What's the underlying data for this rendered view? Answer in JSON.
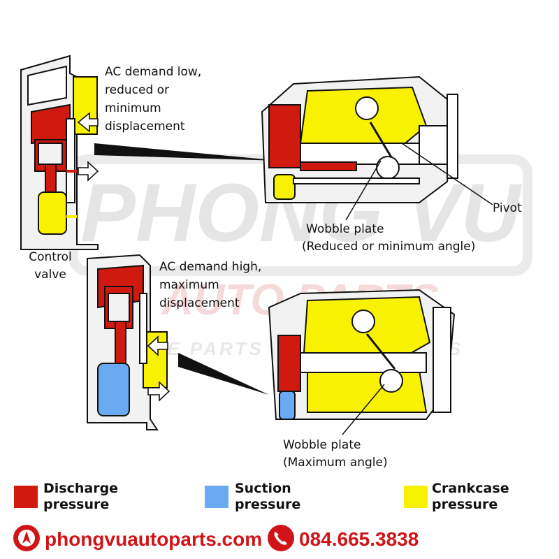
{
  "colors": {
    "discharge": "#d0190f",
    "suction": "#6aaaf2",
    "crankcase": "#f8f200",
    "metal": "#f2f2f2",
    "outline": "#111111",
    "brand_red": "#d01418"
  },
  "labels": {
    "top_demand": [
      "AC demand low,",
      "reduced or",
      "minimum",
      "displacement"
    ],
    "control_valve": [
      "Control",
      "valve"
    ],
    "bottom_demand": [
      "AC demand high,",
      "maximum",
      "displacement"
    ],
    "pivot": "Pivot",
    "wobble_top": [
      "Wobble plate",
      "(Reduced or minimum angle)"
    ],
    "wobble_bottom": [
      "Wobble plate",
      "(Maximum angle)"
    ]
  },
  "watermark": {
    "line1": "PHONG VU",
    "line2": "AUTO PARTS",
    "line3": "THE PARTS PROFESSIONALS"
  },
  "legend": [
    {
      "name": "discharge",
      "color_key": "discharge",
      "lines": [
        "Discharge",
        "pressure"
      ]
    },
    {
      "name": "suction",
      "color_key": "suction",
      "lines": [
        "Suction",
        "pressure"
      ]
    },
    {
      "name": "crankcase",
      "color_key": "crankcase",
      "lines": [
        "Crankcase",
        "pressure"
      ]
    }
  ],
  "footer": {
    "website": "phongvuautoparts.com",
    "phone": "084.665.3838",
    "website_icon": "compass-logo-icon",
    "phone_icon": "phone-icon"
  }
}
